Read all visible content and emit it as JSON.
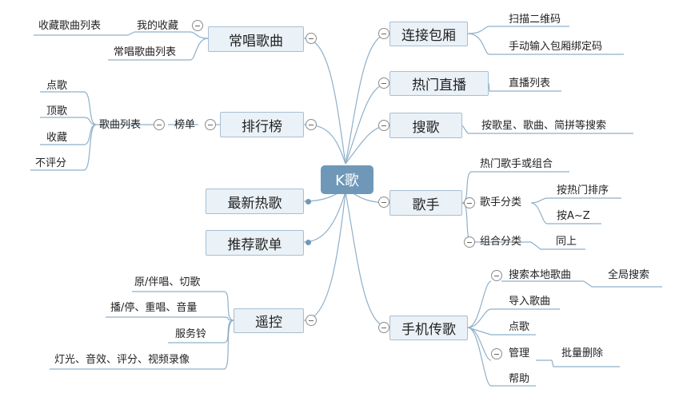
{
  "center": "K歌",
  "branches": {
    "connect_room": {
      "title": "连接包厢",
      "items": [
        "扫描二维码",
        "手动输入包厢绑定码"
      ]
    },
    "hot_live": {
      "title": "热门直播",
      "items": [
        "直播列表"
      ]
    },
    "search": {
      "title": "搜歌",
      "items": [
        "按歌星、歌曲、简拼等搜索"
      ]
    },
    "singer": {
      "title": "歌手",
      "hot": "热门歌手或组合",
      "category": "歌手分类",
      "sort_hot": "按热门排序",
      "sort_az": "按A~Z",
      "group": "组合分类",
      "same": "同上"
    },
    "phone": {
      "title": "手机传歌",
      "search_local": "搜索本地歌曲",
      "global_search": "全局搜索",
      "import": "导入歌曲",
      "order": "点歌",
      "manage": "管理",
      "batch_delete": "批量删除",
      "help": "帮助"
    },
    "favorites": {
      "title": "常唱歌曲",
      "mine": "我的收藏",
      "fav_list": "收藏歌曲列表",
      "common_list": "常唱歌曲列表"
    },
    "ranking": {
      "title": "排行榜",
      "board": "榜单",
      "song_list": "歌曲列表",
      "actions": [
        "点歌",
        "顶歌",
        "收藏",
        "不评分"
      ]
    },
    "new_hot": {
      "title": "最新热歌"
    },
    "recommend": {
      "title": "推荐歌单"
    },
    "remote": {
      "title": "遥控",
      "items": [
        "原/伴唱、切歌",
        "播/停、重唱、音量",
        "服务铃",
        "灯光、音效、评分、视频录像"
      ]
    }
  },
  "colors": {
    "line": "#8fb0c9",
    "box_fill": "#eaf1f7",
    "box_border": "#a7bfd3",
    "center_fill": "#6f98b8"
  }
}
